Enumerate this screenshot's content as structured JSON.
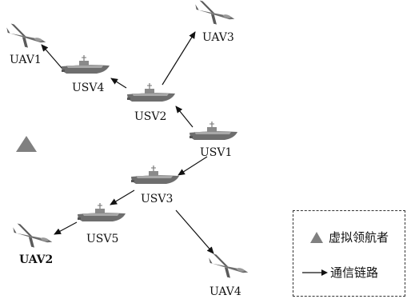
{
  "nodes": {
    "uav1": "UAV1",
    "uav2": "UAV2",
    "uav3": "UAV3",
    "uav4": "UAV4",
    "usv1": "USV1",
    "usv2": "USV2",
    "usv3": "USV3",
    "usv4": "USV4",
    "usv5": "USV5"
  },
  "legend": {
    "virtual_leader": "虚拟领航者",
    "comm_link": "通信链路"
  },
  "colors": {
    "leader_triangle": "#808080",
    "vehicle_gray": "#6e6e6e",
    "arrow": "#111111"
  }
}
